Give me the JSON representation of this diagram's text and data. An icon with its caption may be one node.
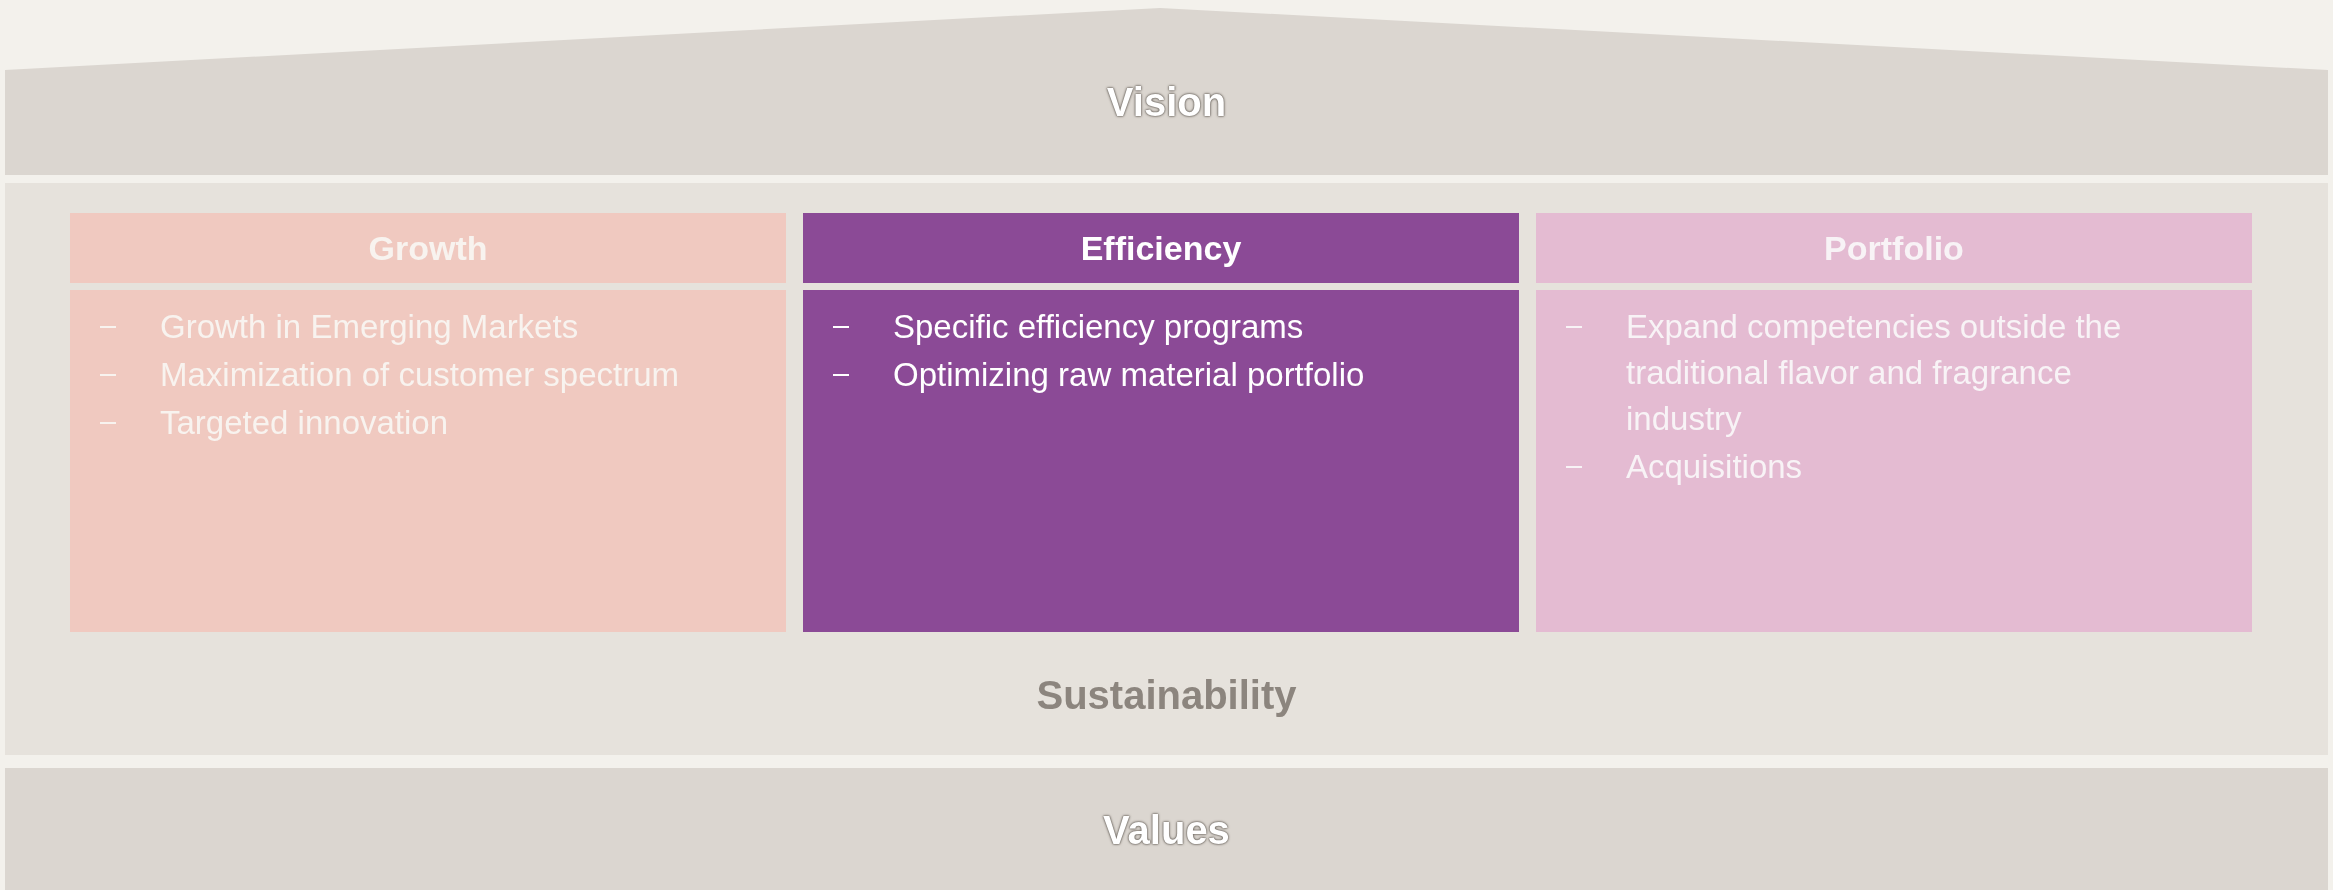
{
  "diagram": {
    "nodes": [
      {
        "text": [
          "Vision"
        ]
      },
      {
        "text": [
          "Sustainability"
        ]
      },
      {
        "text": [
          "Growth",
          "Growth in Emerging Markets",
          "Maximization of customer spectrum",
          "Targeted innovation"
        ],
        "in": 1
      },
      {
        "text": [
          "Efficiency",
          "Specific efficiency programs",
          "Optimizing raw material portfolio"
        ],
        "in": 1
      },
      {
        "text": [
          "Portfolio",
          "Expand competencies outside the traditional flavor and fragrance industry",
          "Acquisitions"
        ],
        "in": 1
      },
      {
        "text": [
          "Values"
        ]
      }
    ],
    "edges": []
  }
}
